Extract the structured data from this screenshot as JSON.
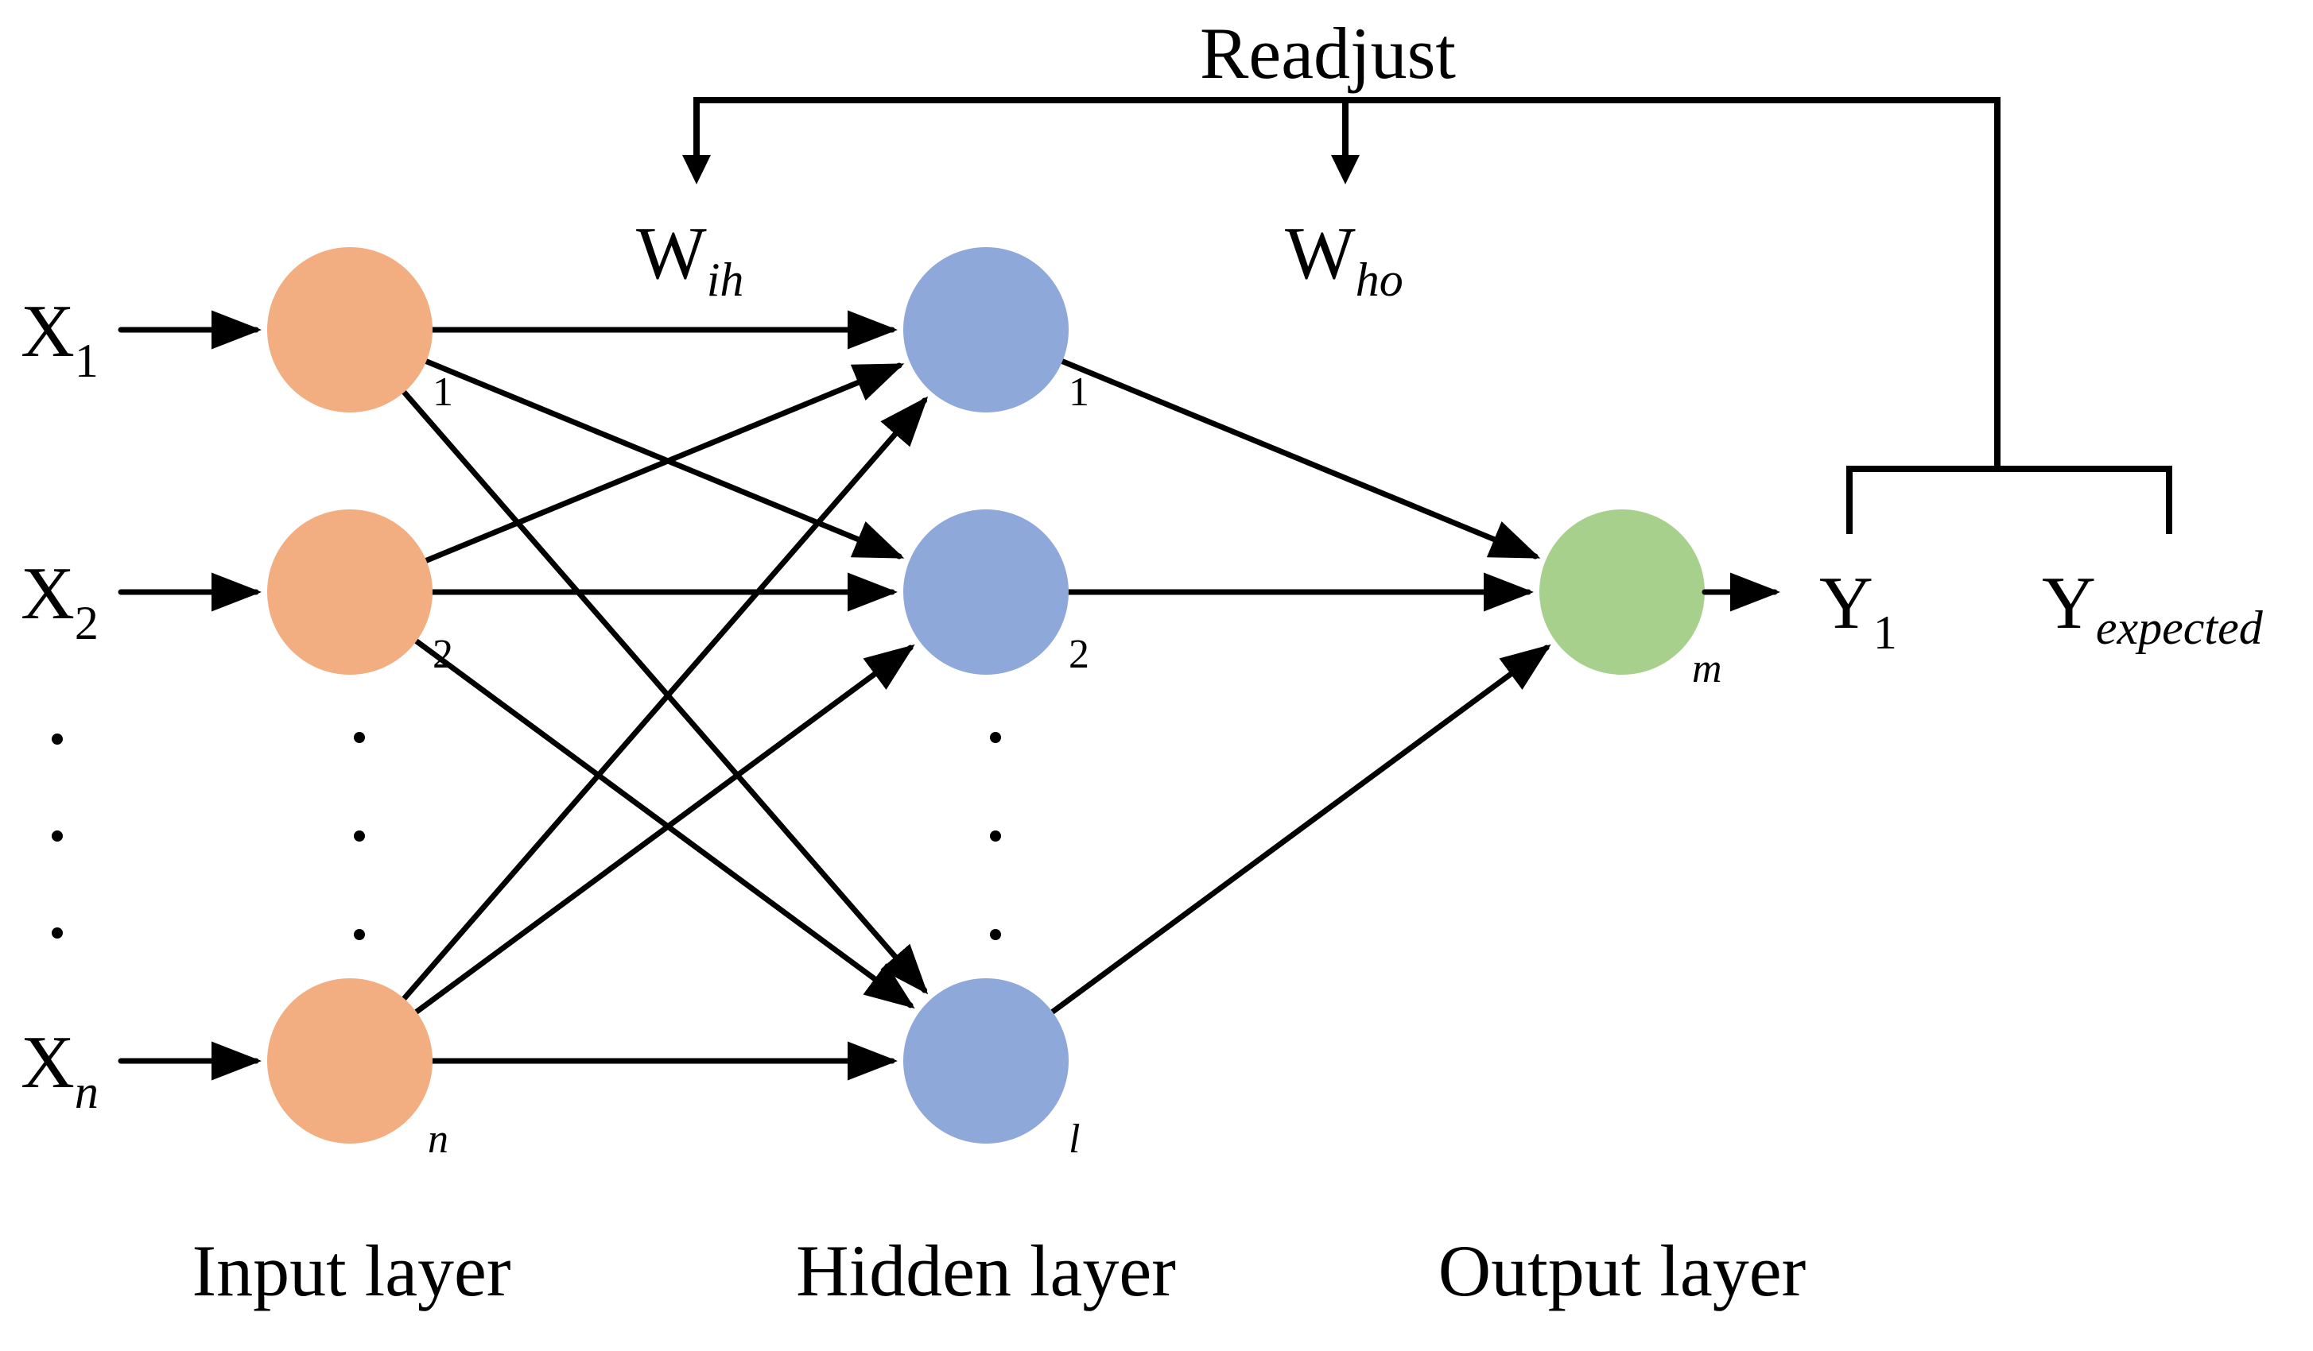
{
  "feedback": {
    "label": "Readjust"
  },
  "weights": {
    "input_hidden": {
      "main": "W",
      "sub": "ih"
    },
    "hidden_output": {
      "main": "W",
      "sub": "ho"
    }
  },
  "inputs": [
    {
      "main": "X",
      "sub": "1",
      "sub_italic": false
    },
    {
      "main": "X",
      "sub": "2",
      "sub_italic": false
    },
    {
      "main": "X",
      "sub": "n",
      "sub_italic": true
    }
  ],
  "input_nodes": [
    {
      "index": "1",
      "italic": false
    },
    {
      "index": "2",
      "italic": false
    },
    {
      "index": "n",
      "italic": true
    }
  ],
  "hidden_nodes": [
    {
      "index": "1",
      "italic": false
    },
    {
      "index": "2",
      "italic": false
    },
    {
      "index": "l",
      "italic": true
    }
  ],
  "output_node": {
    "index": "m",
    "italic": true
  },
  "outputs": {
    "actual": {
      "main": "Y",
      "sub": "1"
    },
    "expected": {
      "main": "Y",
      "sub": "expected"
    }
  },
  "layers": {
    "input": "Input layer",
    "hidden": "Hidden layer",
    "output": "Output layer"
  },
  "colors": {
    "input_node": "#F2AE80",
    "hidden_node": "#8FA8DA",
    "output_node": "#A8D08D",
    "line": "#000000"
  }
}
